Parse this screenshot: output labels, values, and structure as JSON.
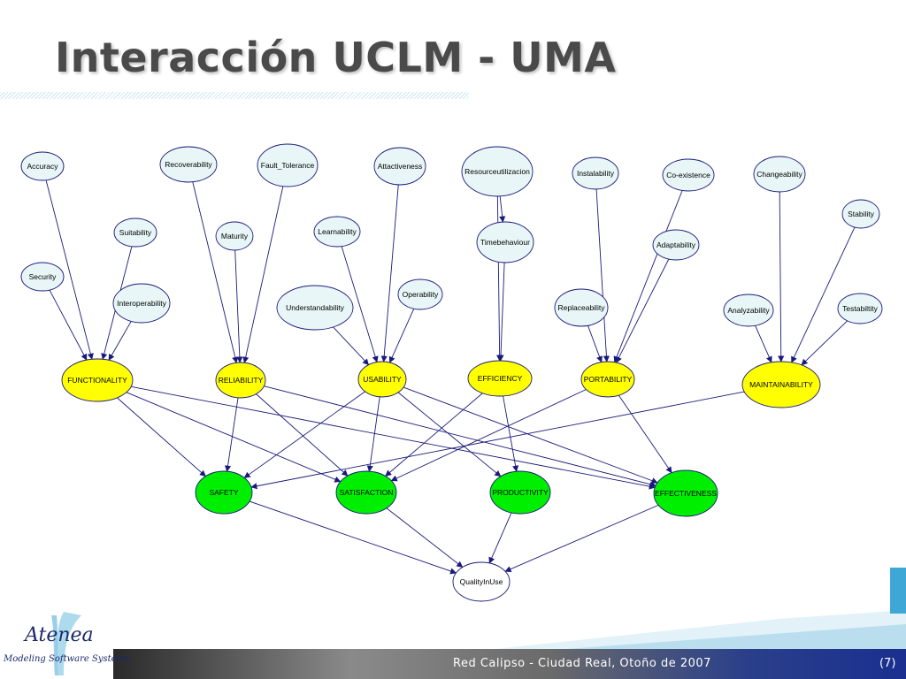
{
  "slide": {
    "title": "Interacción UCLM - UMA",
    "footer_text": "Red Calipso - Ciudad Real, Otoño de 2007",
    "page_number": "(7)",
    "logo_name": "Atenea",
    "logo_subtitle": "Modeling Software Systems"
  },
  "colors": {
    "node_light": "#e8f6f7",
    "node_yellow": "#ffff00",
    "node_green": "#00ee00",
    "node_white": "#ffffff",
    "edge": "#1a1a7a",
    "node_stroke": "#1a1a7a"
  },
  "diagram": {
    "nodes": [
      {
        "id": "accuracy",
        "label": "Accuracy",
        "fill": "light"
      },
      {
        "id": "recoverability",
        "label": "Recoverability",
        "fill": "light"
      },
      {
        "id": "fault_tolerance",
        "label": "Fault_Tolerance",
        "fill": "light"
      },
      {
        "id": "attractiveness",
        "label": "Attactiveness",
        "fill": "light"
      },
      {
        "id": "resourceutilization",
        "label": "Resourceutilizacion",
        "fill": "light"
      },
      {
        "id": "instalability",
        "label": "Instalability",
        "fill": "light"
      },
      {
        "id": "coexistence",
        "label": "Co-existence",
        "fill": "light"
      },
      {
        "id": "changeability",
        "label": "Changeability",
        "fill": "light"
      },
      {
        "id": "stability",
        "label": "Stability",
        "fill": "light"
      },
      {
        "id": "suitability",
        "label": "Suitability",
        "fill": "light"
      },
      {
        "id": "maturity",
        "label": "Maturity",
        "fill": "light"
      },
      {
        "id": "learnability",
        "label": "Learnability",
        "fill": "light"
      },
      {
        "id": "timebehaviour",
        "label": "Timebehaviour",
        "fill": "light"
      },
      {
        "id": "adaptability",
        "label": "Adaptability",
        "fill": "light"
      },
      {
        "id": "security",
        "label": "Security",
        "fill": "light"
      },
      {
        "id": "interoperability",
        "label": "Interoperability",
        "fill": "light"
      },
      {
        "id": "understandability",
        "label": "Understandability",
        "fill": "light"
      },
      {
        "id": "operability",
        "label": "Operability",
        "fill": "light"
      },
      {
        "id": "replaceability",
        "label": "Replaceability",
        "fill": "light"
      },
      {
        "id": "analyzability",
        "label": "Analyzability",
        "fill": "light"
      },
      {
        "id": "testability",
        "label": "Testabiltity",
        "fill": "light"
      },
      {
        "id": "functionality",
        "label": "FUNCTIONALITY",
        "fill": "yellow"
      },
      {
        "id": "reliability",
        "label": "RELIABILITY",
        "fill": "yellow"
      },
      {
        "id": "usability",
        "label": "USABILITY",
        "fill": "yellow"
      },
      {
        "id": "efficiency",
        "label": "EFFICIENCY",
        "fill": "yellow"
      },
      {
        "id": "portability",
        "label": "PORTABILITY",
        "fill": "yellow"
      },
      {
        "id": "maintainability",
        "label": "MAINTAINABILITY",
        "fill": "yellow"
      },
      {
        "id": "safety",
        "label": "SAFETY",
        "fill": "green"
      },
      {
        "id": "satisfaction",
        "label": "SATISFACTION",
        "fill": "green"
      },
      {
        "id": "productivity",
        "label": "PRODUCTIVITY",
        "fill": "green"
      },
      {
        "id": "effectiveness",
        "label": "EFFECTIVENESS",
        "fill": "green"
      },
      {
        "id": "qualityinuse",
        "label": "QualityInUse",
        "fill": "white"
      }
    ],
    "edges": [
      [
        "accuracy",
        "functionality"
      ],
      [
        "suitability",
        "functionality"
      ],
      [
        "security",
        "functionality"
      ],
      [
        "interoperability",
        "functionality"
      ],
      [
        "recoverability",
        "reliability"
      ],
      [
        "maturity",
        "reliability"
      ],
      [
        "fault_tolerance",
        "reliability"
      ],
      [
        "attractiveness",
        "usability"
      ],
      [
        "learnability",
        "usability"
      ],
      [
        "understandability",
        "usability"
      ],
      [
        "operability",
        "usability"
      ],
      [
        "resourceutilization",
        "timebehaviour"
      ],
      [
        "timebehaviour",
        "efficiency"
      ],
      [
        "resourceutilization",
        "efficiency"
      ],
      [
        "instalability",
        "portability"
      ],
      [
        "coexistence",
        "portability"
      ],
      [
        "adaptability",
        "portability"
      ],
      [
        "replaceability",
        "portability"
      ],
      [
        "changeability",
        "maintainability"
      ],
      [
        "stability",
        "maintainability"
      ],
      [
        "analyzability",
        "maintainability"
      ],
      [
        "testability",
        "maintainability"
      ],
      [
        "functionality",
        "safety"
      ],
      [
        "functionality",
        "satisfaction"
      ],
      [
        "functionality",
        "effectiveness"
      ],
      [
        "reliability",
        "safety"
      ],
      [
        "reliability",
        "satisfaction"
      ],
      [
        "reliability",
        "effectiveness"
      ],
      [
        "usability",
        "safety"
      ],
      [
        "usability",
        "satisfaction"
      ],
      [
        "usability",
        "productivity"
      ],
      [
        "usability",
        "effectiveness"
      ],
      [
        "efficiency",
        "satisfaction"
      ],
      [
        "efficiency",
        "productivity"
      ],
      [
        "portability",
        "satisfaction"
      ],
      [
        "portability",
        "effectiveness"
      ],
      [
        "maintainability",
        "safety"
      ],
      [
        "safety",
        "qualityinuse"
      ],
      [
        "satisfaction",
        "qualityinuse"
      ],
      [
        "productivity",
        "qualityinuse"
      ],
      [
        "effectiveness",
        "qualityinuse"
      ]
    ]
  }
}
